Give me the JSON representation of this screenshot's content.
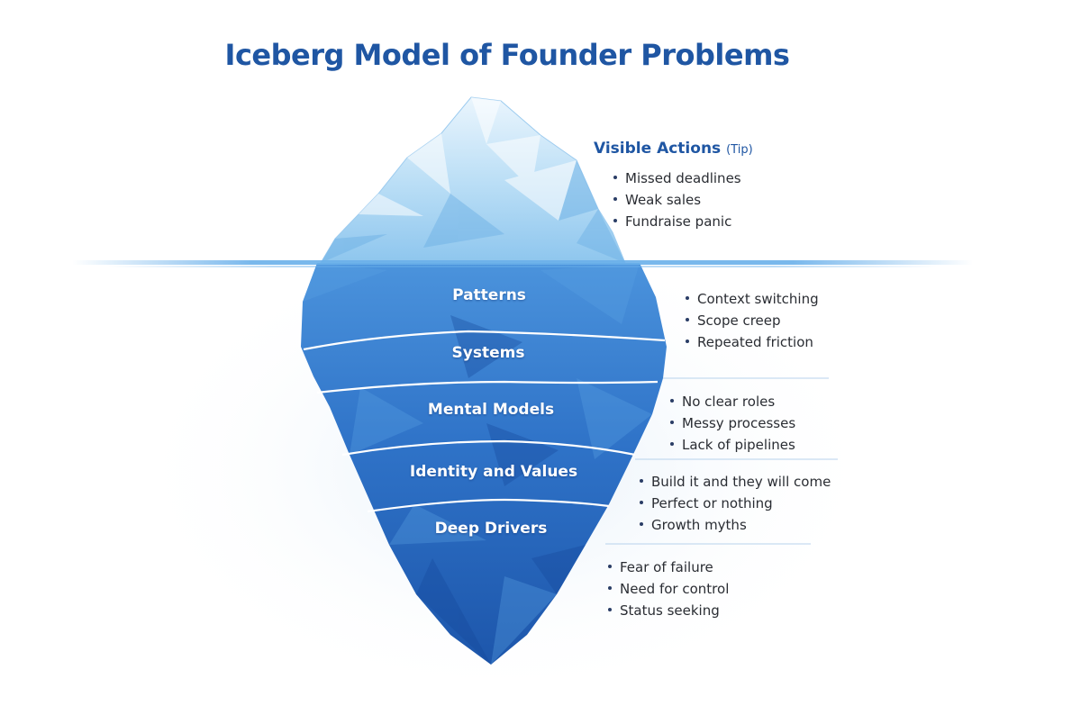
{
  "title": "Iceberg Model of Founder Problems",
  "tip": {
    "heading": "Visible Actions",
    "heading_suffix": "(Tip)",
    "items": [
      "Missed deadlines",
      "Weak sales",
      "Fundraise panic"
    ]
  },
  "layers": [
    {
      "label": "Patterns",
      "items": [
        "Context switching",
        "Scope creep",
        "Repeated friction"
      ]
    },
    {
      "label": "Systems",
      "items": [
        "No clear roles",
        "Messy processes",
        "Lack of pipelines"
      ]
    },
    {
      "label": "Mental Models",
      "items": [
        "Build it and they will come",
        "Perfect or nothing",
        "Growth myths"
      ]
    },
    {
      "label": "Identity and Values",
      "items": [
        "Fear of failure",
        "Need for control",
        "Status seeking"
      ]
    },
    {
      "label": "Deep Drivers",
      "items": []
    }
  ],
  "colors": {
    "title": "#1f56a3",
    "ice_tip": "#bfe0f7",
    "ice_under": "#2f73c8",
    "ice_deep": "#1f57ad",
    "water_line": "#6ab0ea"
  }
}
